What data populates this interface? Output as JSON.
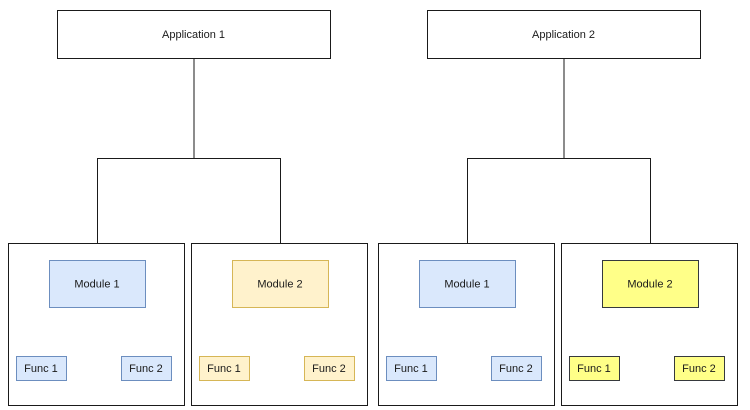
{
  "colors": {
    "stroke": "#1a1a1a",
    "app_fill": "#ffffff",
    "container_fill": "#ffffff",
    "blue_fill": "#dae8fc",
    "blue_stroke": "#6c8ebf",
    "peach_fill": "#fff2cc",
    "peach_stroke": "#d6b656",
    "yellow_fill": "#ffff88",
    "yellow_stroke": "#36393d"
  },
  "apps": [
    {
      "label": "Application 1",
      "modules": [
        {
          "label": "Module 1",
          "style": "blue",
          "funcs": [
            "Func 1",
            "Func 2"
          ]
        },
        {
          "label": "Module 2",
          "style": "peach",
          "funcs": [
            "Func 1",
            "Func 2"
          ]
        }
      ]
    },
    {
      "label": "Application 2",
      "modules": [
        {
          "label": "Module 1",
          "style": "blue",
          "funcs": [
            "Func 1",
            "Func 2"
          ]
        },
        {
          "label": "Module 2",
          "style": "yellow",
          "funcs": [
            "Func 1",
            "Func 2"
          ]
        }
      ]
    }
  ]
}
